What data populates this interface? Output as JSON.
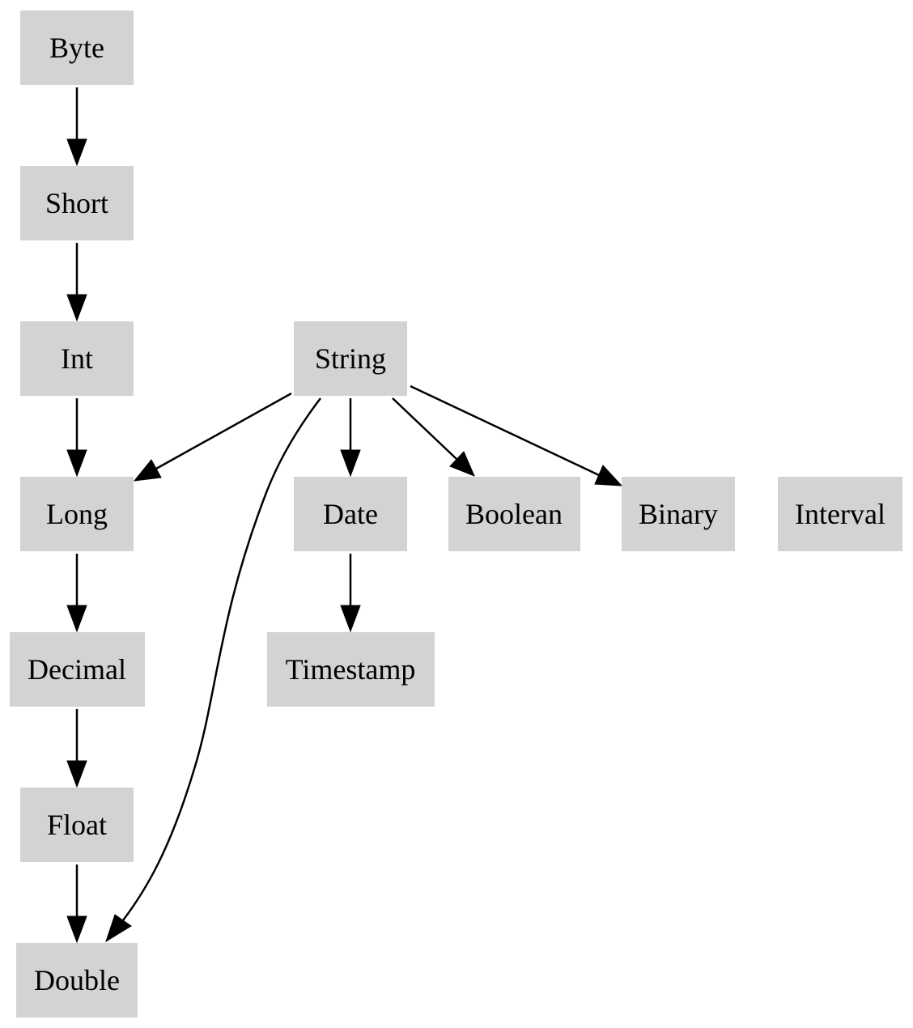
{
  "diagram": {
    "type": "directed-graph",
    "node_fill": "#d3d3d3",
    "edge_color": "#000000",
    "nodes": [
      {
        "id": "byte",
        "label": "Byte"
      },
      {
        "id": "short",
        "label": "Short"
      },
      {
        "id": "int",
        "label": "Int"
      },
      {
        "id": "string",
        "label": "String"
      },
      {
        "id": "long",
        "label": "Long"
      },
      {
        "id": "date",
        "label": "Date"
      },
      {
        "id": "boolean",
        "label": "Boolean"
      },
      {
        "id": "binary",
        "label": "Binary"
      },
      {
        "id": "interval",
        "label": "Interval"
      },
      {
        "id": "decimal",
        "label": "Decimal"
      },
      {
        "id": "timestamp",
        "label": "Timestamp"
      },
      {
        "id": "float",
        "label": "Float"
      },
      {
        "id": "double",
        "label": "Double"
      }
    ],
    "edges": [
      {
        "from": "byte",
        "to": "short"
      },
      {
        "from": "short",
        "to": "int"
      },
      {
        "from": "int",
        "to": "long"
      },
      {
        "from": "string",
        "to": "long"
      },
      {
        "from": "string",
        "to": "double"
      },
      {
        "from": "string",
        "to": "date"
      },
      {
        "from": "string",
        "to": "boolean"
      },
      {
        "from": "string",
        "to": "binary"
      },
      {
        "from": "long",
        "to": "decimal"
      },
      {
        "from": "date",
        "to": "timestamp"
      },
      {
        "from": "decimal",
        "to": "float"
      },
      {
        "from": "float",
        "to": "double"
      }
    ]
  }
}
